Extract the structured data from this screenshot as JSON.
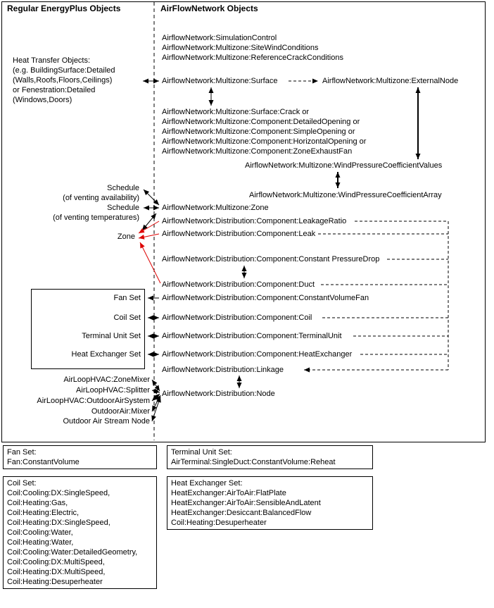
{
  "colors": {
    "line": "#000000",
    "zone_link_red": "#dd0000",
    "background": "#ffffff"
  },
  "headers": {
    "left": "Regular EnergyPlus Objects",
    "right": "AirFlowNetwork Objects"
  },
  "nodes": {
    "simulation_control": "AirflowNetwork:SimulationControl",
    "site_wind_conditions": "AirflowNetwork:Multizone:SiteWindConditions",
    "reference_crack_conditions": "AirflowNetwork:Multizone:ReferenceCrackConditions",
    "multizone_surface": "AirflowNetwork:Multizone:Surface",
    "external_node": "AirflowNetwork:Multizone:ExternalNode",
    "surface_crack": "AirflowNetwork:Multizone:Surface:Crack or",
    "detailed_opening": "AirflowNetwork:Multizone:Component:DetailedOpening or",
    "simple_opening": "AirflowNetwork:Multizone:Component:SimpleOpening or",
    "horizontal_opening": "AirflowNetwork:Multizone:Component:HorizontalOpening or",
    "zone_exhaust_fan": "AirflowNetwork:Multizone:Component:ZoneExhaustFan",
    "wpc_values": "AirflowNetwork:Multizone:WindPressureCoefficientValues",
    "wpc_array": "AirflowNetwork:Multizone:WindPressureCoefficientArray",
    "schedule_availability": "Schedule",
    "schedule_availability_note": "(of venting availability)",
    "schedule_temperatures": "Schedule",
    "schedule_temperatures_note": "(of venting temperatures)",
    "multizone_zone": "AirflowNetwork:Multizone:Zone",
    "zone": "Zone",
    "leakage_ratio": "AirflowNetwork:Distribution:Component:LeakageRatio",
    "leak": "AirflowNetwork:Distribution:Component:Leak",
    "constant_pressure_drop": "AirflowNetwork:Distribution:Component:Constant PressureDrop",
    "duct": "AirflowNetwork:Distribution:Component:Duct",
    "constant_volume_fan": "AirflowNetwork:Distribution:Component:ConstantVolumeFan",
    "coil": "AirflowNetwork:Distribution:Component:Coil",
    "terminal_unit": "AirflowNetwork:Distribution:Component:TerminalUnit",
    "heat_exchanger": "AirflowNetwork:Distribution:Component:HeatExchanger",
    "linkage": "AirflowNetwork:Distribution:Linkage",
    "distribution_node": "AirflowNetwork:Distribution:Node",
    "fan_set": "Fan Set",
    "coil_set": "Coil Set",
    "terminal_unit_set": "Terminal Unit Set",
    "heat_exchanger_set": "Heat Exchanger Set",
    "zone_mixer": "AirLoopHVAC:ZoneMixer",
    "splitter": "AirLoopHVAC:Splitter",
    "outdoor_air_system": "AirLoopHVAC:OutdoorAirSystem",
    "outdoor_air_mixer": "OutdoorAir:Mixer",
    "outdoor_air_stream_node": "Outdoor Air Stream Node"
  },
  "heat_transfer": {
    "line1": "Heat Transfer Objects:",
    "line2": "(e.g. BuildingSurface:Detailed",
    "line3": "(Walls,Roofs,Floors,Ceilings)",
    "line4": "or Fenestration:Detailed",
    "line5": "(Windows,Doors)"
  },
  "legend": {
    "fan": {
      "title": "Fan Set:",
      "lines": [
        "Fan:ConstantVolume"
      ]
    },
    "terminal_unit": {
      "title": "Terminal Unit Set:",
      "lines": [
        "AirTerminal:SingleDuct:ConstantVolume:Reheat"
      ]
    },
    "coil": {
      "title": "Coil Set:",
      "lines": [
        "Coil:Cooling:DX:SingleSpeed,",
        "Coil:Heating:Gas,",
        "Coil:Heating:Electric,",
        "Coil:Heating:DX:SingleSpeed,",
        "Coil:Cooling:Water,",
        "Coil:Heating:Water,",
        "Coil:Cooling:Water:DetailedGeometry,",
        "Coil:Cooling:DX:MultiSpeed,",
        "Coil:Heating:DX:MultiSpeed,",
        "Coil:Heating:Desuperheater"
      ]
    },
    "heat_exchanger": {
      "title": "Heat Exchanger Set:",
      "lines": [
        "HeatExchanger:AirToAir:FlatPlate",
        "HeatExchanger:AirToAir:SensibleAndLatent",
        "HeatExchanger:Desiccant:BalancedFlow",
        "Coil:Heating:Desuperheater"
      ]
    }
  }
}
